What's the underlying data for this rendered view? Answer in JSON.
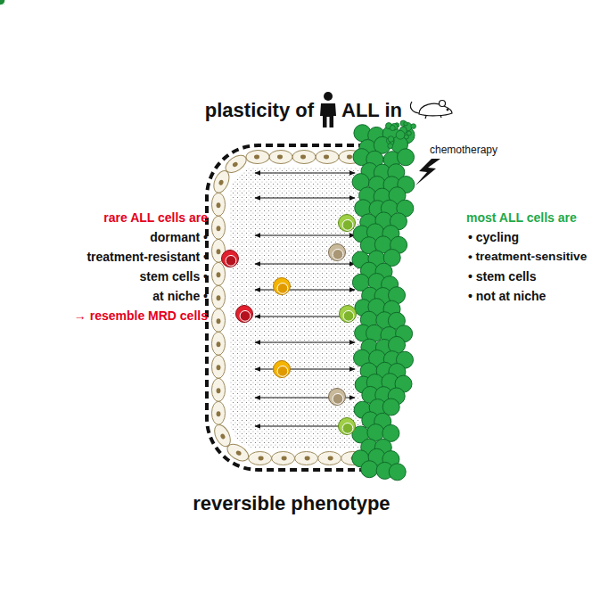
{
  "diagram": {
    "caption": "reversible phenotype",
    "labels": [
      "plasticity of",
      "ALL in",
      "chemotherapy",
      "rare ALL cells are",
      "dormant •",
      "treatment-resistant •",
      "stem cells •",
      "at niche •",
      "→ resemble MRD cells",
      "most ALL cells are",
      "• cycling",
      "• treatment-sensitive",
      "• stem cells",
      "• not at niche"
    ]
  }
}
